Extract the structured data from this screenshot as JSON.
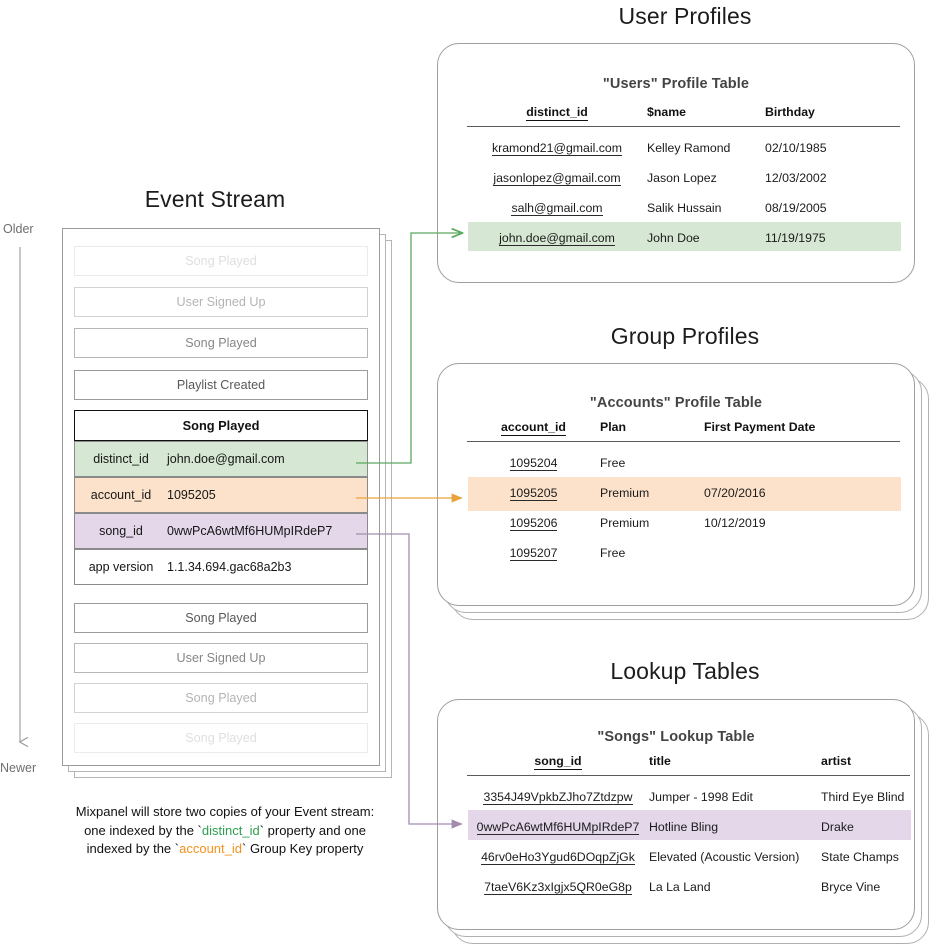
{
  "sections": {
    "event_stream_title": "Event Stream",
    "user_profiles_title": "User Profiles",
    "group_profiles_title": "Group Profiles",
    "lookup_tables_title": "Lookup Tables"
  },
  "time_axis": {
    "older": "Older",
    "newer": "Newer"
  },
  "event_stream": {
    "events_before": [
      {
        "name": "Song Played",
        "fade": "f1"
      },
      {
        "name": "User Signed Up",
        "fade": "f2"
      },
      {
        "name": "Song Played",
        "fade": "f3"
      },
      {
        "name": "Playlist Created",
        "fade": "f4"
      }
    ],
    "selected_event": {
      "name": "Song Played",
      "properties": [
        {
          "key": "distinct_id",
          "value": "john.doe@gmail.com",
          "highlight": "green"
        },
        {
          "key": "account_id",
          "value": "1095205",
          "highlight": "orange"
        },
        {
          "key": "song_id",
          "value": "0wwPcA6wtMf6HUMpIRdeP7",
          "highlight": "purple"
        },
        {
          "key": "app version",
          "value": "1.1.34.694.gac68a2b3",
          "highlight": "plain"
        }
      ]
    },
    "events_after": [
      {
        "name": "Song Played",
        "fade": "f4"
      },
      {
        "name": "User Signed Up",
        "fade": "f3"
      },
      {
        "name": "Song Played",
        "fade": "f2"
      },
      {
        "name": "Song Played",
        "fade": "f1"
      }
    ]
  },
  "caption": {
    "line1": "Mixpanel will store two copies of your Event stream:",
    "line2_a": "one indexed by the `",
    "line2_key": "distinct_id",
    "line2_b": "` property and one",
    "line3_a": "indexed by the `",
    "line3_key": "account_id",
    "line3_b": "` Group Key property"
  },
  "users_table": {
    "title": "\"Users\" Profile Table",
    "columns": [
      "distinct_id",
      "$name",
      "Birthday"
    ],
    "rows": [
      {
        "cells": [
          "kramond21@gmail.com",
          "Kelley Ramond",
          "02/10/1985"
        ],
        "highlight": ""
      },
      {
        "cells": [
          "jasonlopez@gmail.com",
          "Jason Lopez",
          "12/03/2002"
        ],
        "highlight": ""
      },
      {
        "cells": [
          "salh@gmail.com",
          "Salik Hussain",
          "08/19/2005"
        ],
        "highlight": ""
      },
      {
        "cells": [
          "john.doe@gmail.com",
          "John Doe",
          "11/19/1975"
        ],
        "highlight": "hl-green"
      }
    ]
  },
  "accounts_table": {
    "title": "\"Accounts\" Profile Table",
    "columns": [
      "account_id",
      "Plan",
      "First Payment Date"
    ],
    "rows": [
      {
        "cells": [
          "1095204",
          "Free",
          ""
        ],
        "highlight": ""
      },
      {
        "cells": [
          "1095205",
          "Premium",
          "07/20/2016"
        ],
        "highlight": "hl-orange"
      },
      {
        "cells": [
          "1095206",
          "Premium",
          "10/12/2019"
        ],
        "highlight": ""
      },
      {
        "cells": [
          "1095207",
          "Free",
          ""
        ],
        "highlight": ""
      }
    ]
  },
  "songs_table": {
    "title": "\"Songs\" Lookup Table",
    "columns": [
      "song_id",
      "title",
      "artist"
    ],
    "rows": [
      {
        "cells": [
          "3354J49VpkbZJho7Ztdzpw",
          "Jumper - 1998 Edit",
          "Third Eye Blind"
        ],
        "highlight": ""
      },
      {
        "cells": [
          "0wwPcA6wtMf6HUMpIRdeP7",
          "Hotline Bling",
          "Drake"
        ],
        "highlight": "hl-purple"
      },
      {
        "cells": [
          "46rv0eHo3Ygud6DOqpZjGk",
          "Elevated (Acoustic Version)",
          "State Champs"
        ],
        "highlight": ""
      },
      {
        "cells": [
          "7taeV6Kz3xIgjx5QR0eG8p",
          "La La Land",
          "Bryce Vine"
        ],
        "highlight": ""
      }
    ]
  },
  "colors": {
    "green_highlight": "#d6e7d3",
    "orange_highlight": "#fce2ca",
    "purple_highlight": "#e3d7e9",
    "green_arrow": "#5ba85f",
    "orange_arrow": "#e8a33d",
    "purple_arrow": "#a18cb0",
    "card_border": "#9e9e9e",
    "axis_gray": "#9a9a9a"
  }
}
